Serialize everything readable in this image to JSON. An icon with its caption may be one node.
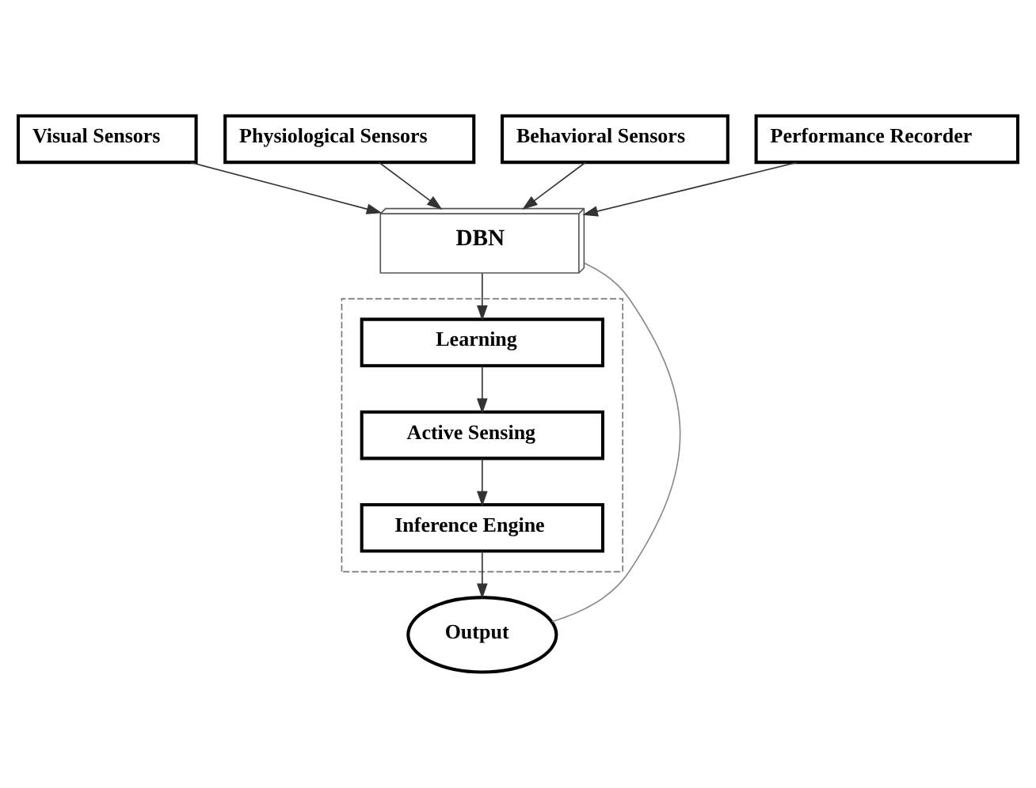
{
  "diagram": {
    "nodes": [
      {
        "text": [
          "Visual Sensors"
        ]
      },
      {
        "text": [
          "Physiological Sensors"
        ]
      },
      {
        "text": [
          "Behavioral Sensors"
        ]
      },
      {
        "text": [
          "Performance Recorder"
        ]
      },
      {
        "text": [
          "DBN"
        ]
      },
      {
        "text": [],
        "shape": "box"
      },
      {
        "text": [
          "Learning"
        ],
        "in": 5
      },
      {
        "text": [
          "Active Sensing"
        ],
        "in": 5
      },
      {
        "text": [
          "Inference Engine"
        ],
        "in": 5
      },
      {
        "text": [
          "Output"
        ]
      }
    ],
    "edges": [
      {
        "from": 0,
        "to": 4,
        "arrow": "to"
      },
      {
        "from": 1,
        "to": 4,
        "arrow": "to"
      },
      {
        "from": 2,
        "to": 4,
        "arrow": "to"
      },
      {
        "from": 3,
        "to": 4,
        "arrow": "to"
      },
      {
        "from": 4,
        "to": 6,
        "arrow": "to"
      },
      {
        "from": 6,
        "to": 7,
        "arrow": "to"
      },
      {
        "from": 7,
        "to": 8,
        "arrow": "to"
      },
      {
        "from": 8,
        "to": 9,
        "arrow": "to"
      },
      {
        "from": 9,
        "to": 4,
        "arrow": "none",
        "color": "#888888"
      }
    ]
  }
}
